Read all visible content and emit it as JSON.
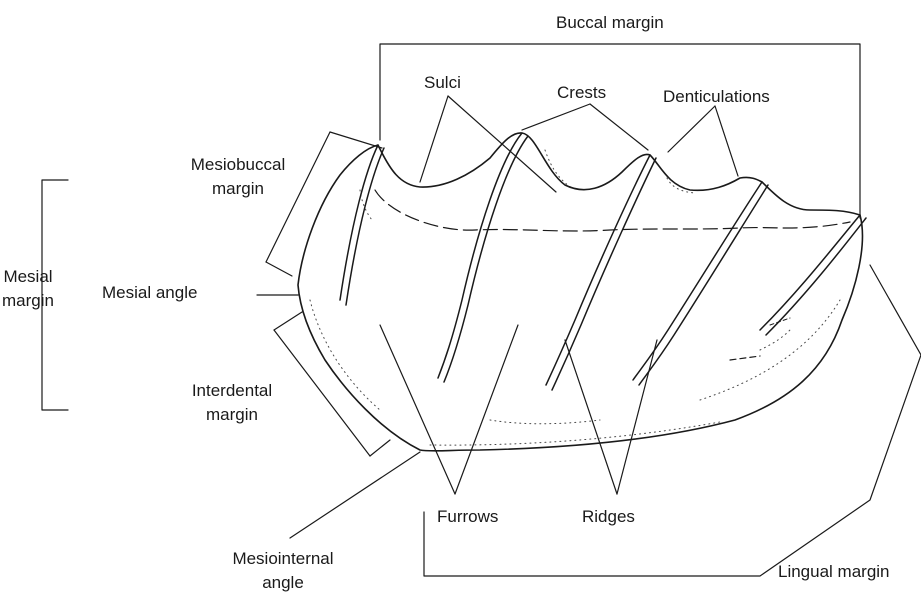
{
  "labels": {
    "buccal_margin": "Buccal margin",
    "sulci": "Sulci",
    "crests": "Crests",
    "denticulations": "Denticulations",
    "mesiobuccal_margin_1": "Mesiobuccal",
    "mesiobuccal_margin_2": "margin",
    "mesial_margin_1": "Mesial",
    "mesial_margin_2": "margin",
    "mesial_angle": "Mesial angle",
    "interdental_margin_1": "Interdental",
    "interdental_margin_2": "margin",
    "furrows": "Furrows",
    "ridges": "Ridges",
    "lingual_margin": "Lingual margin",
    "mesiointernal_angle_1": "Mesiointernal",
    "mesiointernal_angle_2": "angle"
  },
  "colors": {
    "ink": "#1a1a1a",
    "background": "#ffffff"
  }
}
